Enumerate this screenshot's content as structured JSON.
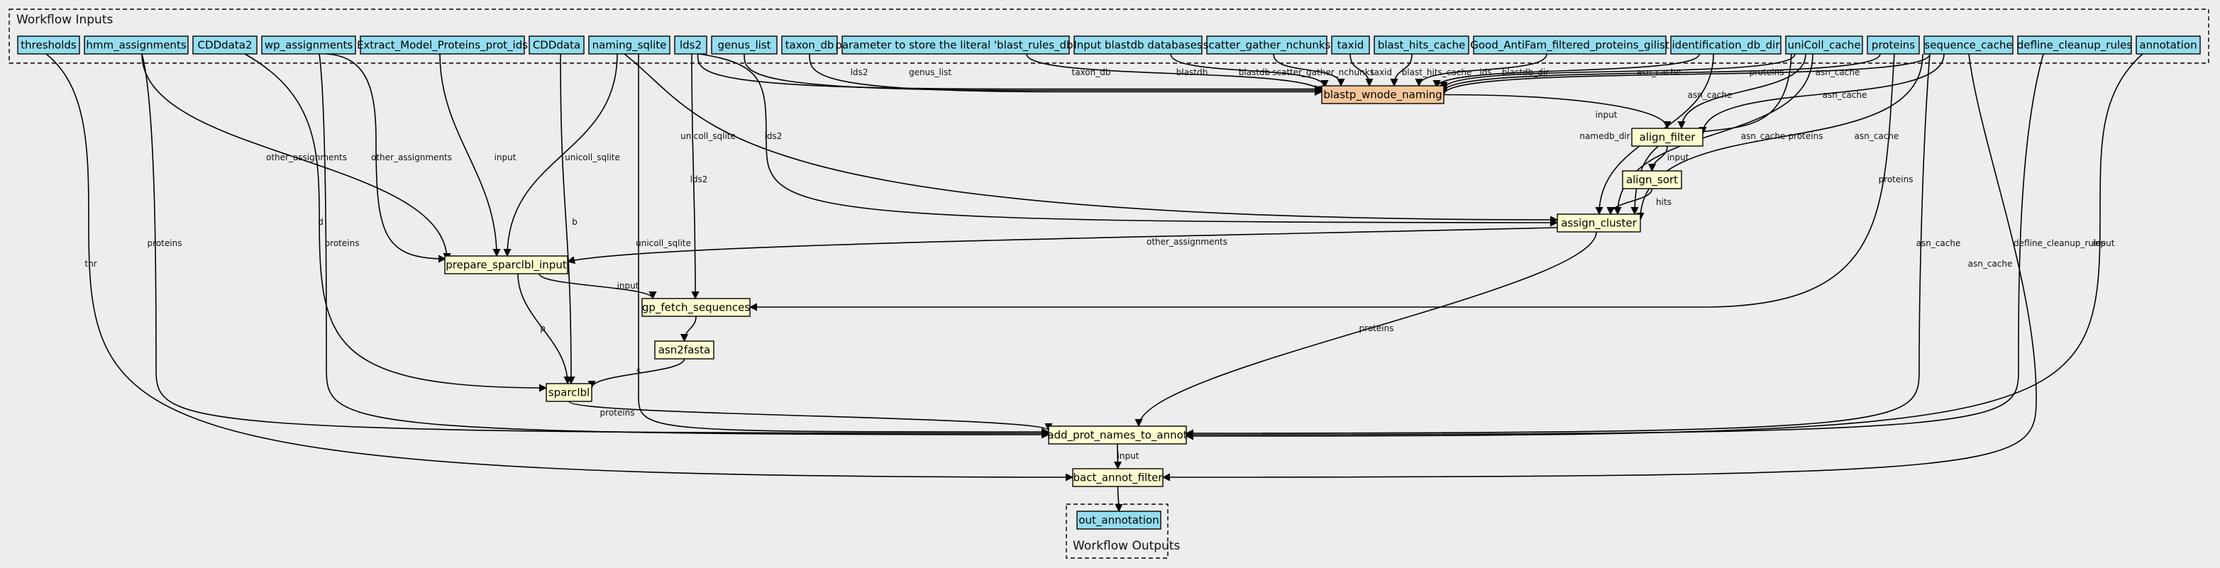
{
  "colors": {
    "background": "#ededed",
    "io_node": "#94dcef",
    "step_node": "#fffed0",
    "highlight_node": "#f5c69a",
    "stroke": "#000000"
  },
  "clusters": {
    "inputs": "Workflow Inputs",
    "outputs": "Workflow Outputs"
  },
  "nodes": {
    "thresholds": "thresholds",
    "hmm_assignments": "hmm_assignments",
    "CDDdata2": "CDDdata2",
    "wp_assignments": "wp_assignments",
    "Extract_Model_Proteins_prot_ids": "Extract_Model_Proteins_prot_ids",
    "CDDdata": "CDDdata",
    "naming_sqlite": "naming_sqlite",
    "lds2": "lds2",
    "genus_list": "genus_list",
    "taxon_db": "taxon_db",
    "blast_rules_param": "parameter to store the literal 'blast_rules_db'",
    "input_blastdb": "Input blastdb databases",
    "scatter_gather_nchunks": "scatter_gather_nchunks",
    "taxid": "taxid",
    "blast_hits_cache": "blast_hits_cache",
    "good_antifam": "Good_AntiFam_filtered_proteins_gilist",
    "identification_db_dir": "identification_db_dir",
    "uniColl_cache": "uniColl_cache",
    "proteins": "proteins",
    "sequence_cache": "sequence_cache",
    "defline_cleanup_rules": "defline_cleanup_rules",
    "annotation": "annotation",
    "blastp_wnode_naming": "blastp_wnode_naming",
    "align_filter": "align_filter",
    "align_sort": "align_sort",
    "assign_cluster": "assign_cluster",
    "prepare_sparclbl_input": "prepare_sparclbl_input",
    "gp_fetch_sequences": "gp_fetch_sequences",
    "asn2fasta": "asn2fasta",
    "sparclbl": "sparclbl",
    "add_prot_names_to_annot": "add_prot_names_to_annot",
    "bact_annot_filter": "bact_annot_filter",
    "out_annotation": "out_annotation"
  },
  "edge_labels": {
    "lds2": "lds2",
    "genus_list": "genus_list",
    "taxon_db": "taxon_db",
    "blastdb": "blastdb",
    "scatter_gather_nchunks": "scatter_gather_nchunks",
    "taxid": "taxid",
    "blast_hits_cache": "blast_hits_cache",
    "ids": "ids",
    "blastdb_dir": "blastdb_dir",
    "asn_cache": "asn_cache",
    "proteins": "proteins",
    "input": "input",
    "namedb_dir": "namedb_dir",
    "hits": "hits",
    "other_assignments": "other_assignments",
    "unicoll_sqlite": "unicoll_sqlite",
    "d": "d",
    "b": "b",
    "p": "p",
    "s": "s",
    "thr": "thr",
    "define_cleanup_rules": "defline_cleanup_rules"
  }
}
